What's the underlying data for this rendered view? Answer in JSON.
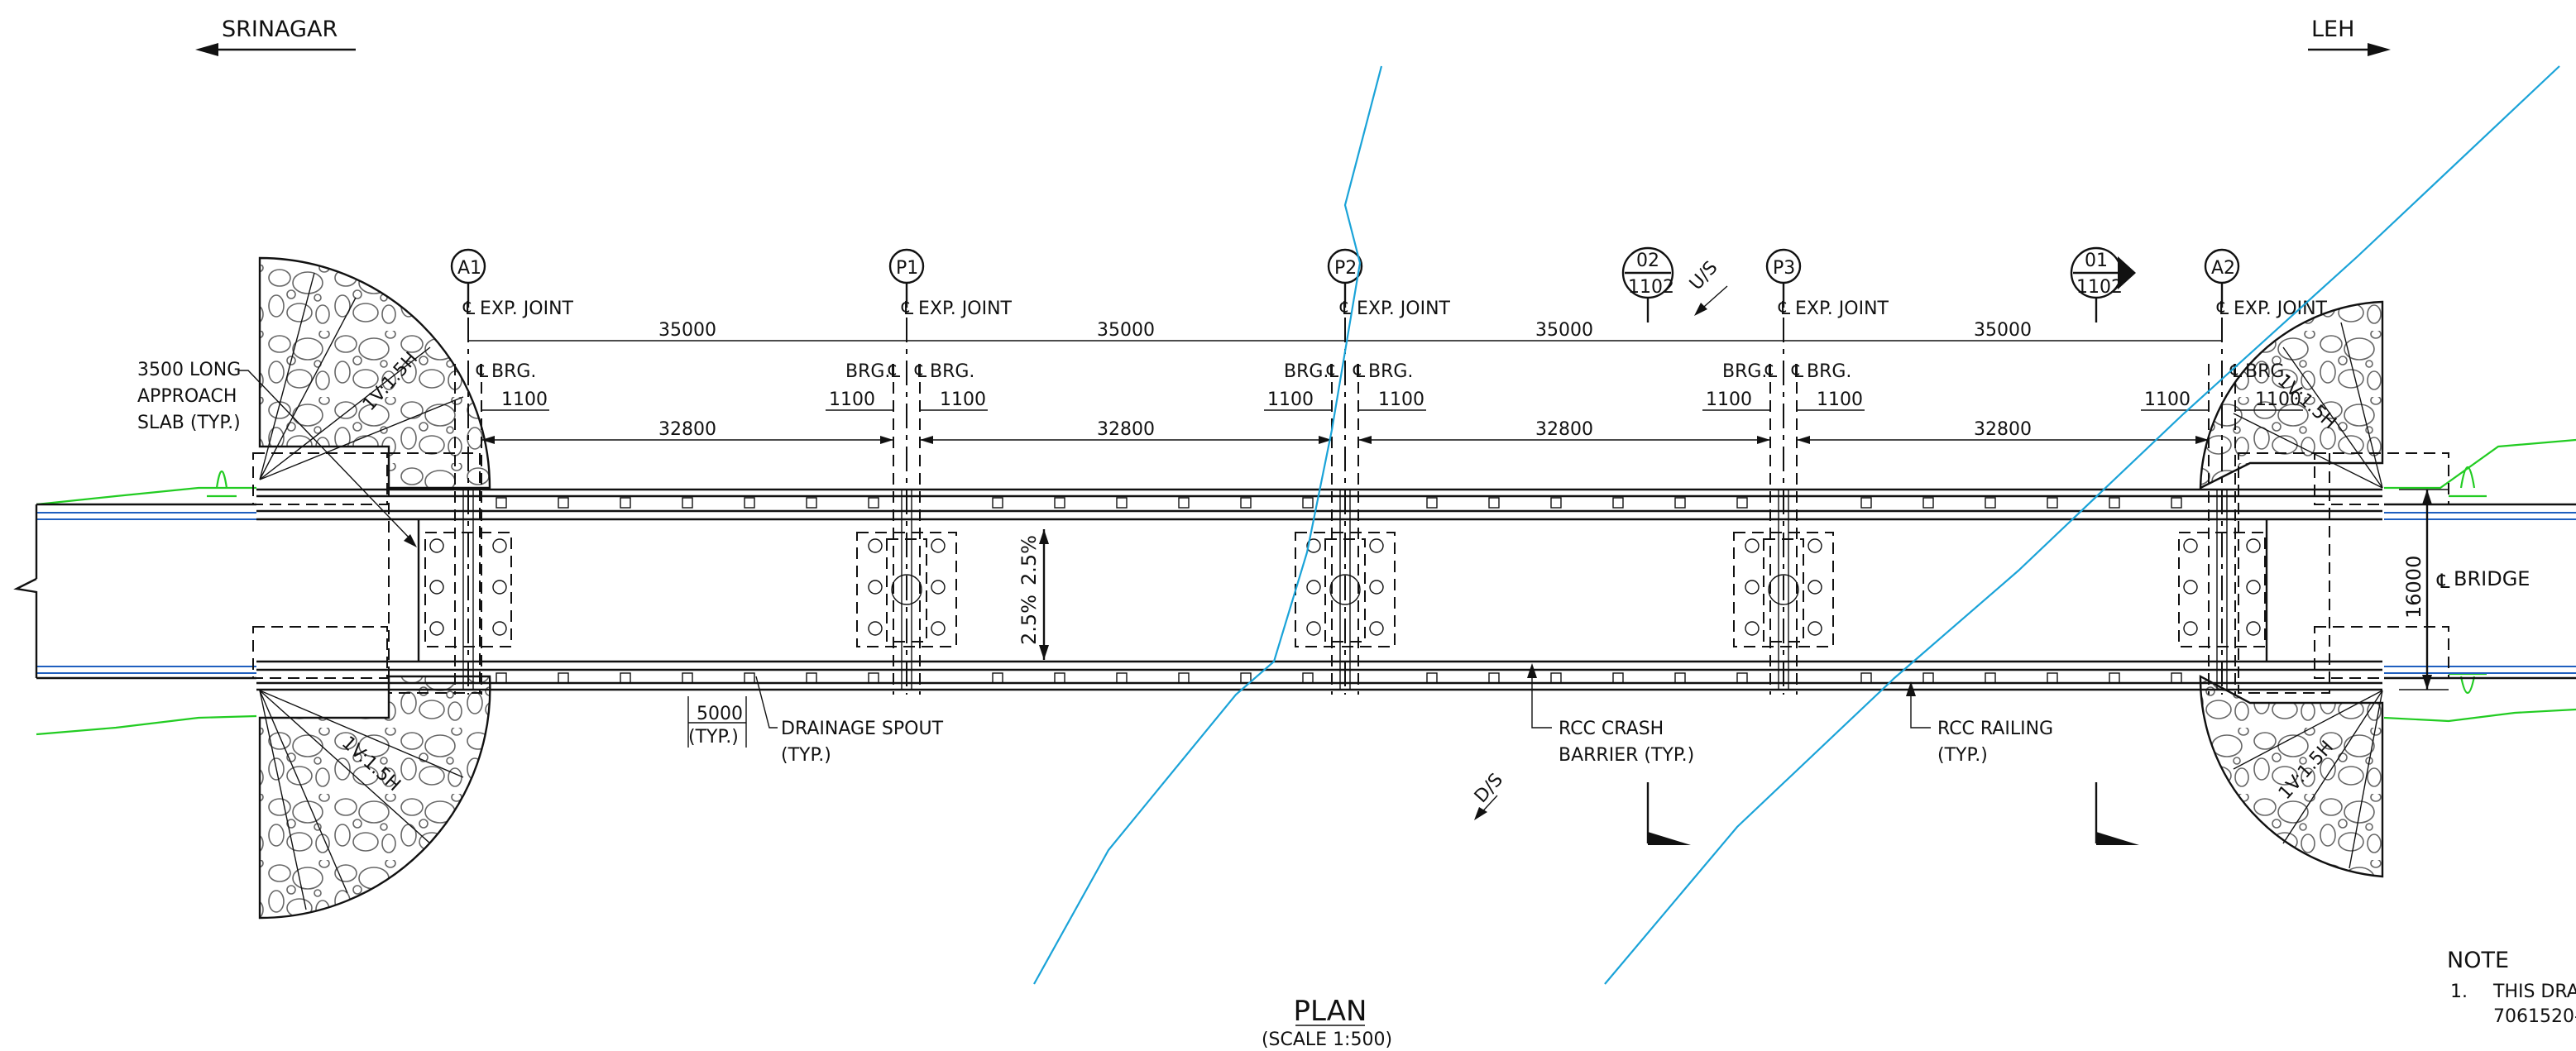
{
  "direction": {
    "left": "SRINAGAR",
    "right": "LEH"
  },
  "supports": [
    {
      "id": "A1",
      "cl_label": "EXP. JOINT",
      "brg_left": "",
      "brg_right": "BRG."
    },
    {
      "id": "P1",
      "cl_label": "EXP. JOINT",
      "brg_left": "BRG.",
      "brg_right": "BRG."
    },
    {
      "id": "P2",
      "cl_label": "EXP. JOINT",
      "brg_left": "BRG.",
      "brg_right": "BRG."
    },
    {
      "id": "P3",
      "cl_label": "EXP. JOINT",
      "brg_left": "BRG.",
      "brg_right": "BRG."
    },
    {
      "id": "A2",
      "cl_label": "EXP. JOINT",
      "brg_left": "",
      "brg_right": "BRG."
    }
  ],
  "centerline_symbol": "℄",
  "dims": {
    "span_overall": [
      "35000",
      "35000",
      "35000",
      "35000"
    ],
    "span_bearing": [
      "32800",
      "32800",
      "32800",
      "32800"
    ],
    "bearing_offset": "1100",
    "deck_width": "16000",
    "spout_spacing": "5000",
    "spout_spacing_note": "(TYP.)"
  },
  "slopes": {
    "upper": "2.5%",
    "lower": "2.5%",
    "cone": "1V:1.5H"
  },
  "bridge_cl": "BRIDGE",
  "sections": [
    {
      "num": "02",
      "sheet": "1102"
    },
    {
      "num": "01",
      "sheet": "1102"
    }
  ],
  "flow": {
    "upstream": "U/S",
    "downstream": "D/S"
  },
  "callouts": {
    "approach_slab": [
      "3500 LONG",
      "APPROACH",
      "SLAB (TYP.)"
    ],
    "drainage_spout": [
      "DRAINAGE SPOUT",
      "(TYP.)"
    ],
    "crash_barrier": [
      "RCC CRASH",
      "BARRIER (TYP.)"
    ],
    "railing": [
      "RCC RAILING",
      "(TYP.)"
    ]
  },
  "title": {
    "main": "PLAN",
    "scale": "(SCALE 1:500)"
  },
  "note": {
    "heading": "NOTE",
    "num": "1.",
    "line1": "THIS DRA",
    "line2": "7061520-"
  },
  "colors": {
    "ink": "#111111",
    "river": "#1aa3d8",
    "ground": "#22cc22",
    "road": "#1f5fbf"
  }
}
